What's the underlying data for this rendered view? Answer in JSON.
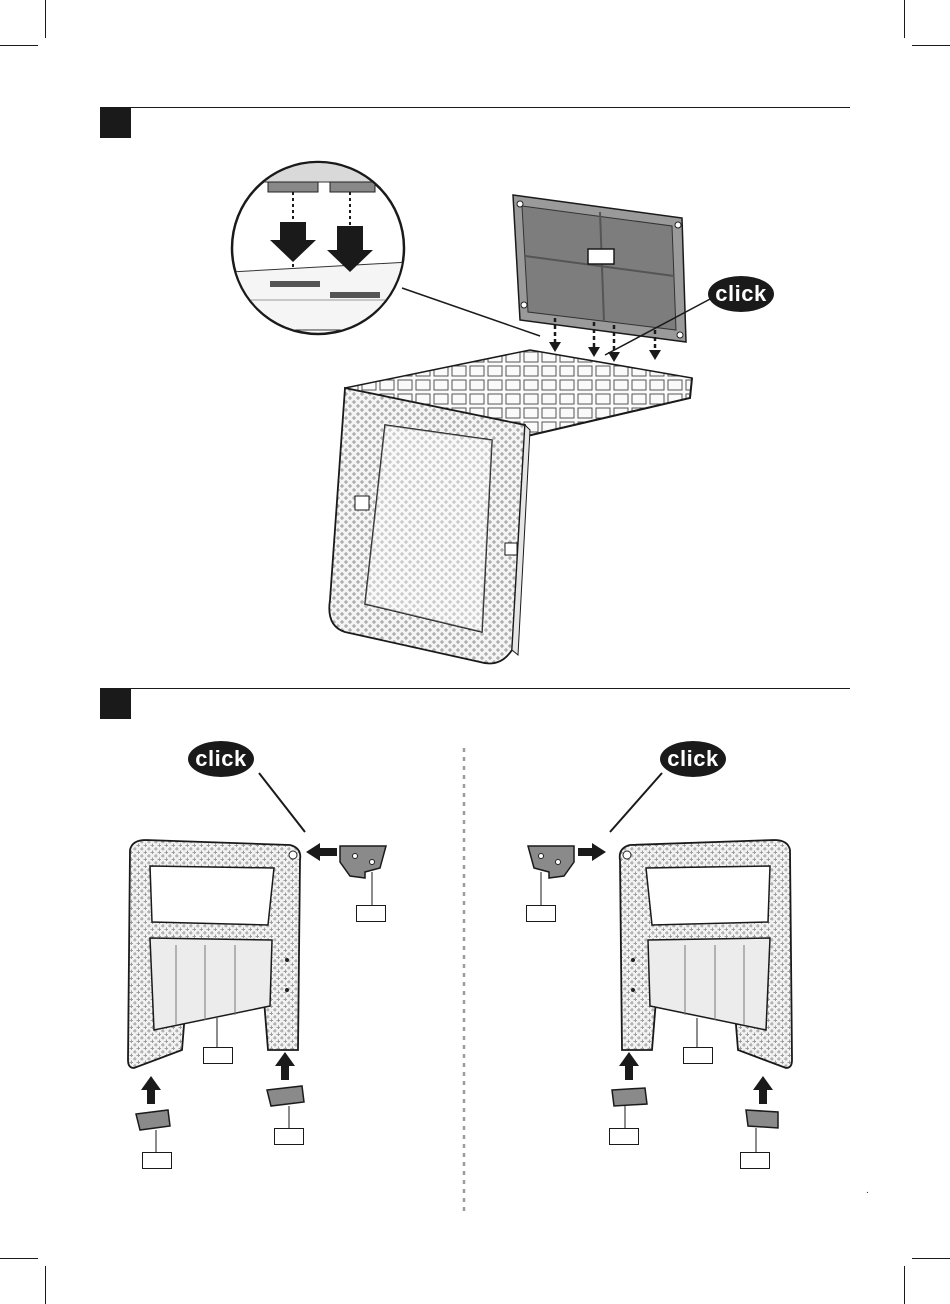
{
  "steps": [
    {
      "callout": {
        "label": "click"
      },
      "part_labels": [
        "",
        ""
      ]
    },
    {
      "left": {
        "callout": {
          "label": "click"
        },
        "part_labels": [
          "",
          "",
          "",
          ""
        ]
      },
      "right": {
        "callout": {
          "label": "click"
        },
        "part_labels": [
          "",
          "",
          "",
          ""
        ]
      }
    }
  ],
  "footer": {
    "mark": "."
  },
  "colors": {
    "ink": "#1a1a1a",
    "part_fill": "#8a8a8a",
    "light_fill": "#ececec",
    "weave": "#b5b5b5"
  }
}
